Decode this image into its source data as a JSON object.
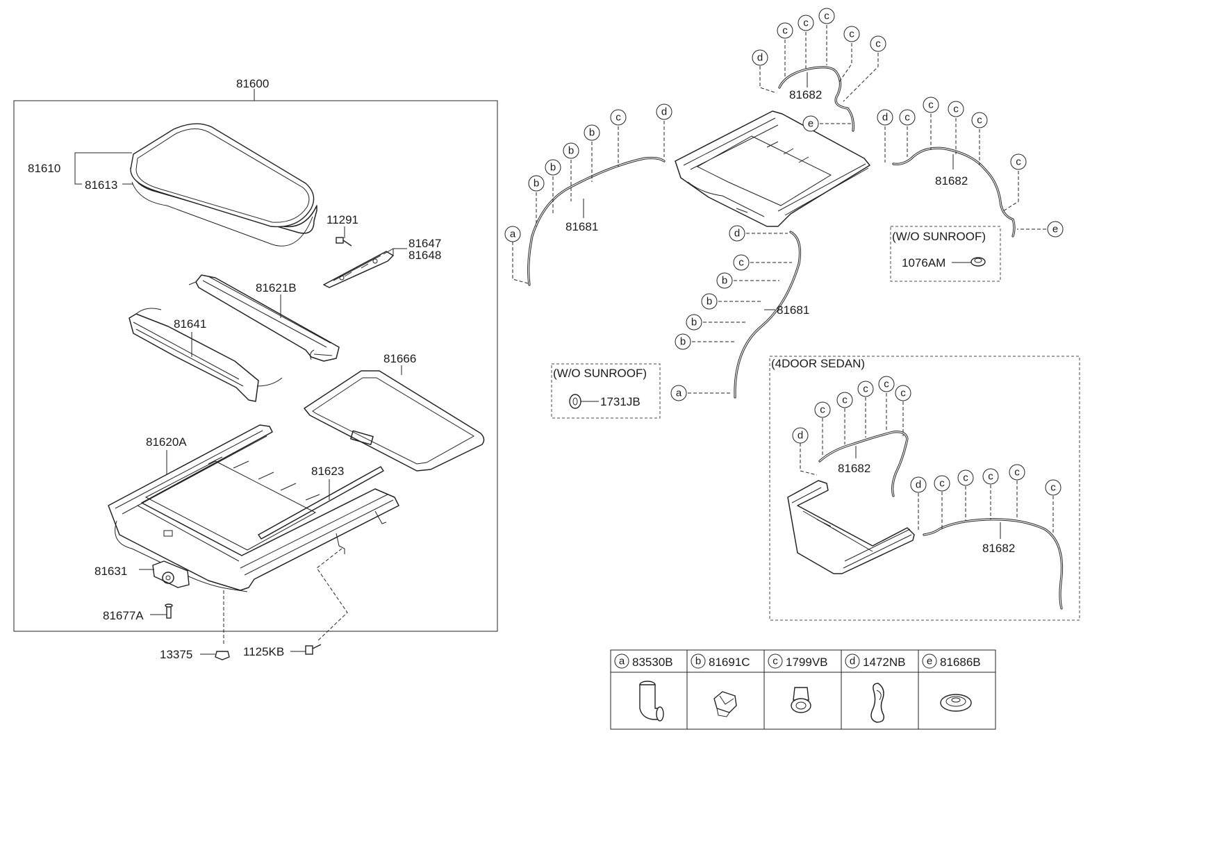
{
  "labels": {
    "assembly": "81600",
    "glass": "81610",
    "weatherstrip": "81613",
    "screw_top": "11291",
    "bracket_a": "81647",
    "bracket_b": "81648",
    "deflector_frame": "81621B",
    "deflector": "81641",
    "sunshade": "81666",
    "frame": "81620A",
    "drain_strip": "81623",
    "motor": "81631",
    "motor_screw": "81677A",
    "nut": "13375",
    "bolt": "1125KB",
    "hose_front_left": "81681",
    "hose_front_right": "81681",
    "hose_rear_top": "81682",
    "hose_rear_right": "81682",
    "sedan_hose_left": "81682",
    "sedan_hose_right": "81682"
  },
  "notes": {
    "wo_sunroof_1_title": "(W/O SUNROOF)",
    "wo_sunroof_1_part": "1076AM",
    "wo_sunroof_2_title": "(W/O SUNROOF)",
    "wo_sunroof_2_part": "1731JB",
    "sedan_title": "(4DOOR SEDAN)"
  },
  "letters": {
    "a": "a",
    "b": "b",
    "c": "c",
    "d": "d",
    "e": "e"
  },
  "legend": [
    {
      "letter": "a",
      "part": "83530B",
      "icon": "elbow-connector-icon"
    },
    {
      "letter": "b",
      "part": "81691C",
      "icon": "hose-clip-icon"
    },
    {
      "letter": "c",
      "part": "1799VB",
      "icon": "clamp-clip-icon"
    },
    {
      "letter": "d",
      "part": "1472NB",
      "icon": "wire-clip-icon"
    },
    {
      "letter": "e",
      "part": "81686B",
      "icon": "grommet-icon"
    }
  ]
}
